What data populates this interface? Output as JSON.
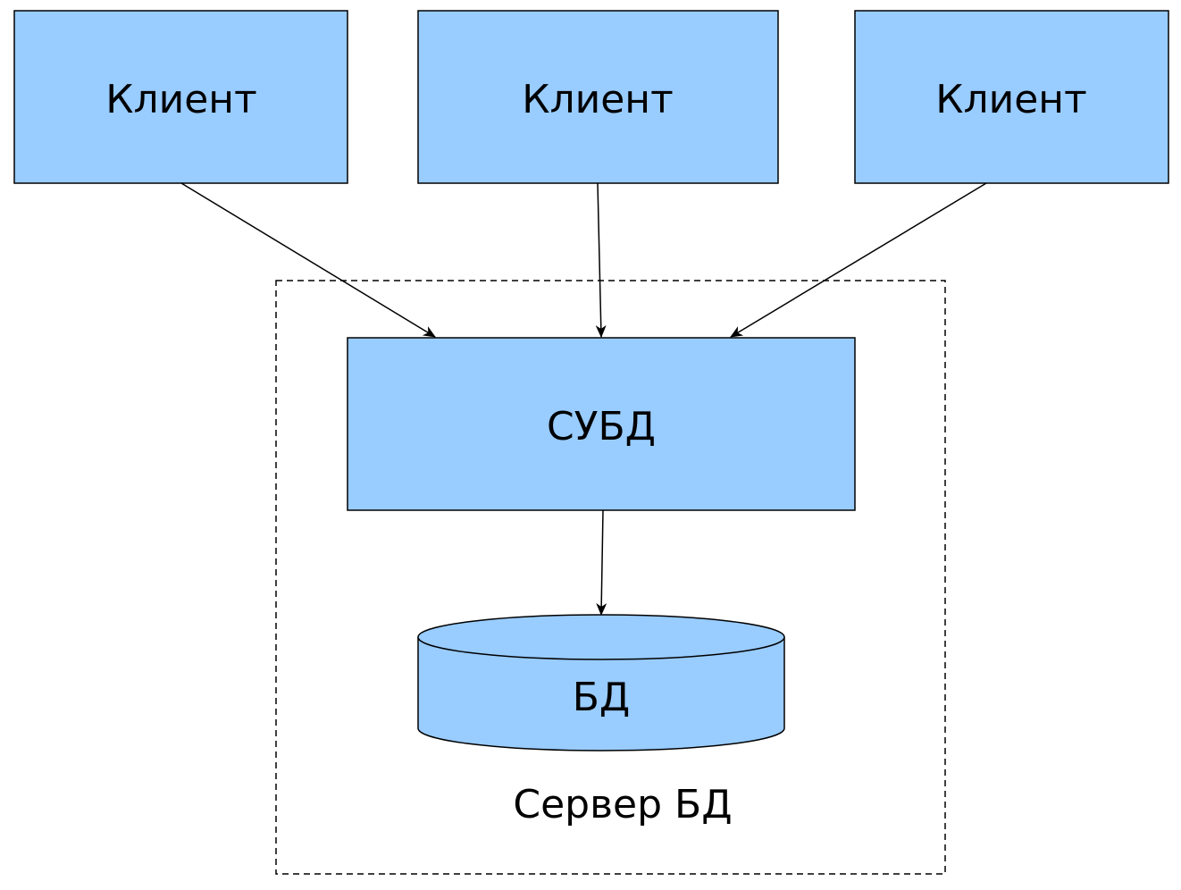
{
  "colors": {
    "node_fill": "#99CCFF",
    "stroke": "#000000",
    "background": "#FFFFFF"
  },
  "nodes": {
    "client_1": {
      "label": "Клиент"
    },
    "client_2": {
      "label": "Клиент"
    },
    "client_3": {
      "label": "Клиент"
    },
    "dbms": {
      "label": "СУБД"
    },
    "database": {
      "label": "БД"
    }
  },
  "server_group": {
    "label": "Сервер БД"
  },
  "edges": [
    {
      "from": "client_1",
      "to": "dbms"
    },
    {
      "from": "client_2",
      "to": "dbms"
    },
    {
      "from": "client_3",
      "to": "dbms"
    },
    {
      "from": "dbms",
      "to": "database"
    }
  ]
}
